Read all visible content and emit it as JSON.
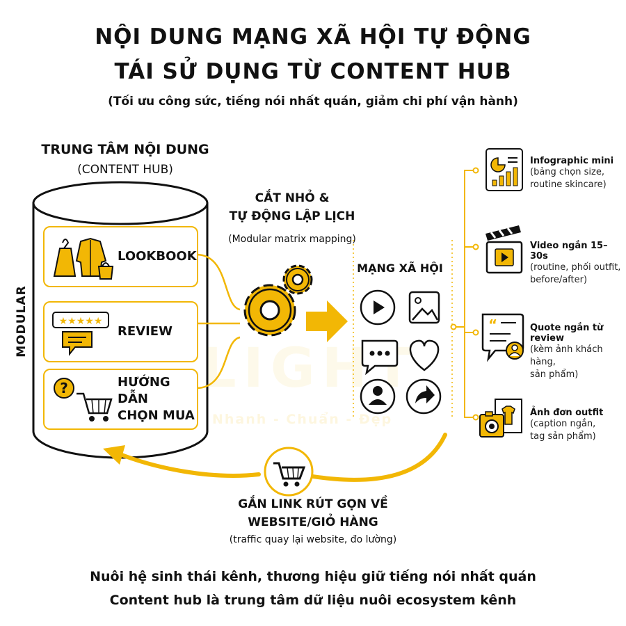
{
  "header": {
    "title_line1": "NỘI DUNG MẠNG XÃ HỘI TỰ ĐỘNG",
    "title_line2": "TÁI SỬ DỤNG TỪ CONTENT HUB",
    "subtitle": "(Tối ưu công sức, tiếng nói nhất quán, giảm chi phí vận hành)"
  },
  "hub": {
    "title": "TRUNG TÂM NỘI DUNG",
    "subtitle": "(CONTENT HUB)",
    "side_label": "MODULAR",
    "modules": [
      {
        "label": "LOOKBOOK",
        "icon": "clothing-icon"
      },
      {
        "label": "REVIEW",
        "icon": "star-review-icon"
      },
      {
        "label_line1": "HƯỚNG DẪN",
        "label_line2": "CHỌN MUA",
        "icon": "question-cart-icon"
      }
    ]
  },
  "process": {
    "title_line1": "CẮT NHỎ &",
    "title_line2": "TỰ ĐỘNG LẬP LỊCH",
    "subtitle": "(Modular matrix mapping)"
  },
  "social": {
    "title": "MẠNG XÃ HỘI",
    "icons": [
      "play-icon",
      "image-icon",
      "chat-icon",
      "heart-icon",
      "user-icon",
      "share-icon"
    ]
  },
  "outputs": [
    {
      "title": "Infographic mini",
      "desc_line1": "(bảng chọn size,",
      "desc_line2": "routine skincare)",
      "icon": "chart-document-icon"
    },
    {
      "title": "Video ngắn 15–30s",
      "desc_line1": "(routine, phối outfit,",
      "desc_line2": "before/after)",
      "icon": "clapperboard-icon"
    },
    {
      "title": "Quote ngắn từ review",
      "desc_line1": "(kèm ảnh khách hàng,",
      "desc_line2": "sản phẩm)",
      "icon": "quote-bubble-icon"
    },
    {
      "title": "Ảnh đơn outfit",
      "desc_line1": "(caption ngắn,",
      "desc_line2": "tag sản phẩm)",
      "icon": "camera-shirt-icon"
    }
  ],
  "feedback": {
    "title_line1": "GẮN LINK RÚT GỌN VỀ",
    "title_line2": "WEBSITE/GIỎ HÀNG",
    "subtitle": "(traffic quay lại website, đo lường)",
    "icon": "cart-icon"
  },
  "footer": {
    "line1": "Nuôi hệ sinh thái kênh, thương hiệu giữ tiếng nói  nhất quán",
    "line2": "Content hub là trung tâm dữ liệu nuôi ecosystem kênh"
  },
  "watermark": {
    "text": "LIGHT",
    "tagline": "Nhanh - Chuẩn - Đẹp"
  },
  "colors": {
    "accent": "#F2B705",
    "ink": "#111111"
  }
}
